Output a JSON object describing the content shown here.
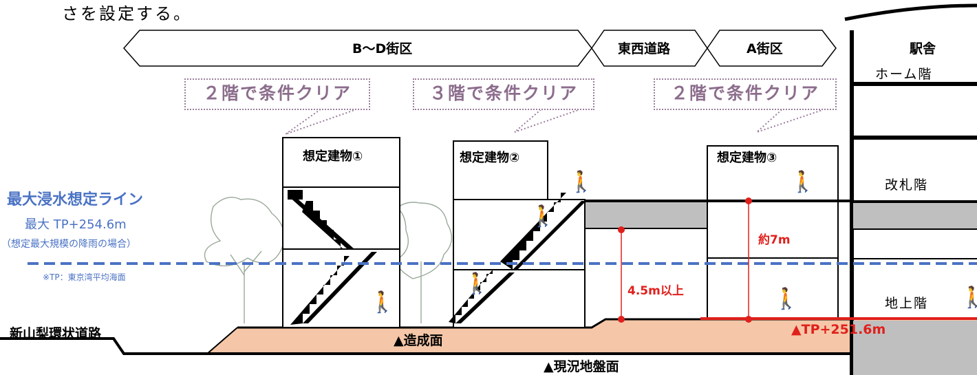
{
  "intro_text": "さを設定する。",
  "zones": [
    {
      "label": "B～D街区"
    },
    {
      "label": "東西道路"
    },
    {
      "label": "A街区"
    },
    {
      "label": "駅舎"
    }
  ],
  "callouts": [
    "２階で条件クリア",
    "３階で条件クリア",
    "２階で条件クリア"
  ],
  "buildings": [
    "想定建物①",
    "想定建物②",
    "想定建物③"
  ],
  "station_floors": [
    "ホーム階",
    "改札階",
    "地上階"
  ],
  "flood": {
    "title": "最大浸水想定ライン",
    "level": "最大 TP+254.6m",
    "note": "（想定最大規模の降雨の場合）",
    "tp_note": "※TP：東京湾平均海面"
  },
  "dims": {
    "d1": "4.5m以上",
    "d2": "約7m"
  },
  "labels": {
    "road": "新山梨環状道路",
    "formation": "▲造成面",
    "ground": "▲現況地盤面",
    "tp_level": "▲TP+251.6m"
  },
  "colors": {
    "flood_line": "#4a72c4",
    "flood_text": "#4a72c4",
    "callout": "#8c6d8c",
    "fill_ground": "#f5c7a8",
    "dim_red": "#e0201c",
    "slab_gray": "#bfbfbf"
  }
}
